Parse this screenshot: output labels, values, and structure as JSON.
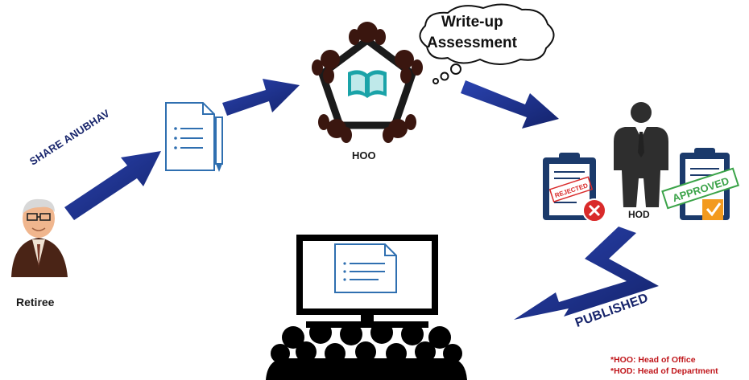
{
  "labels": {
    "retiree": "Retiree",
    "hoo": "HOO",
    "hod": "HOD",
    "share": "SHARE ANUBHAV",
    "published": "PUBLISHED",
    "thought_line1": "Write-up",
    "thought_line2": "Assessment",
    "rejected_stamp": "REJECTED",
    "approved_stamp": "APPROVED"
  },
  "legend": [
    "*HOO: Head of Office",
    "*HOD: Head of Department"
  ],
  "colors": {
    "arrow": "#1a2f8a",
    "arrow_dark": "#14236b",
    "doc_outline": "#2f6fb0",
    "book": "#1aa3a8",
    "table_ring": "#1b1b1b",
    "person": "#3a160f",
    "clipboard": "#1b3a6b",
    "reject": "#d92a2a",
    "approve": "#3aa348",
    "check_orange": "#f39a1e",
    "legend_red": "#c0161b"
  },
  "icons": {
    "retiree": "retiree-person-icon",
    "document": "document-pencil-icon",
    "meeting": "meeting-table-icon",
    "thought": "thought-cloud-icon",
    "hod": "businessman-icon",
    "rejected": "rejected-clipboard-icon",
    "approved": "approved-clipboard-icon",
    "computer": "computer-monitor-icon",
    "audience": "audience-silhouette-icon"
  }
}
